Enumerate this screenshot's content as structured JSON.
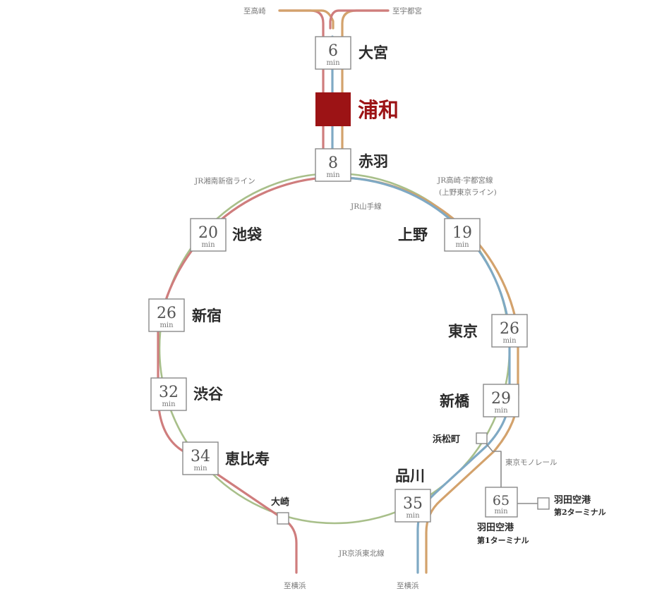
{
  "colors": {
    "shonan": "#cf7d7d",
    "takasaki": "#d3a26c",
    "keihin": "#7fa9c4",
    "yamanote": "#a8bf8a",
    "monorail": "#8c8c8c",
    "main_station": "#9c1315"
  },
  "main_station": {
    "name": "浦和"
  },
  "min_unit": "min",
  "stations": [
    {
      "id": "omiya",
      "name": "大宮",
      "minutes": "6"
    },
    {
      "id": "akabane",
      "name": "赤羽",
      "minutes": "8"
    },
    {
      "id": "ueno",
      "name": "上野",
      "minutes": "19"
    },
    {
      "id": "ikebukuro",
      "name": "池袋",
      "minutes": "20"
    },
    {
      "id": "tokyo",
      "name": "東京",
      "minutes": "26"
    },
    {
      "id": "shinjuku",
      "name": "新宿",
      "minutes": "26"
    },
    {
      "id": "shimbashi",
      "name": "新橋",
      "minutes": "29"
    },
    {
      "id": "shibuya",
      "name": "渋谷",
      "minutes": "32"
    },
    {
      "id": "ebisu",
      "name": "恵比寿",
      "minutes": "34"
    },
    {
      "id": "shinagawa",
      "name": "品川",
      "minutes": "35"
    },
    {
      "id": "haneda1",
      "name": "羽田空港\n第1ターミナル",
      "name_line1": "羽田空港",
      "name_line2": "第1ターミナル",
      "minutes": "65"
    }
  ],
  "minor_stations": [
    {
      "id": "hamamatsucho",
      "name": "浜松町"
    },
    {
      "id": "osaki",
      "name": "大崎"
    },
    {
      "id": "haneda2",
      "name_line1": "羽田空港",
      "name_line2": "第2ターミナル"
    }
  ],
  "lines": {
    "shonan_shinjuku": "JR湘南新宿ライン",
    "takasaki_utsunomiya_l1": "JR高崎·宇都宮線",
    "takasaki_utsunomiya_l2": "(上野東京ライン)",
    "yamanote": "JR山手線",
    "keihin_tohoku": "JR京浜東北線",
    "monorail": "東京モノレール"
  },
  "directions": {
    "takasaki": "至高崎",
    "utsunomiya": "至宇都宮",
    "yokohama_left": "至横浜",
    "yokohama_right": "至横浜"
  }
}
